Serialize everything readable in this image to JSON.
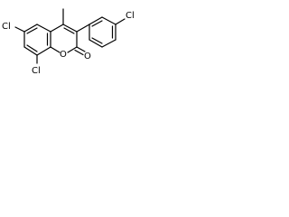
{
  "molecule": {
    "labels": {
      "cl_6": "Cl",
      "cl_8": "Cl",
      "cl_3prime": "Cl",
      "o_ring": "O",
      "o_carbonyl": "O"
    },
    "colors": {
      "bond": "#000000",
      "background": "#ffffff"
    }
  }
}
